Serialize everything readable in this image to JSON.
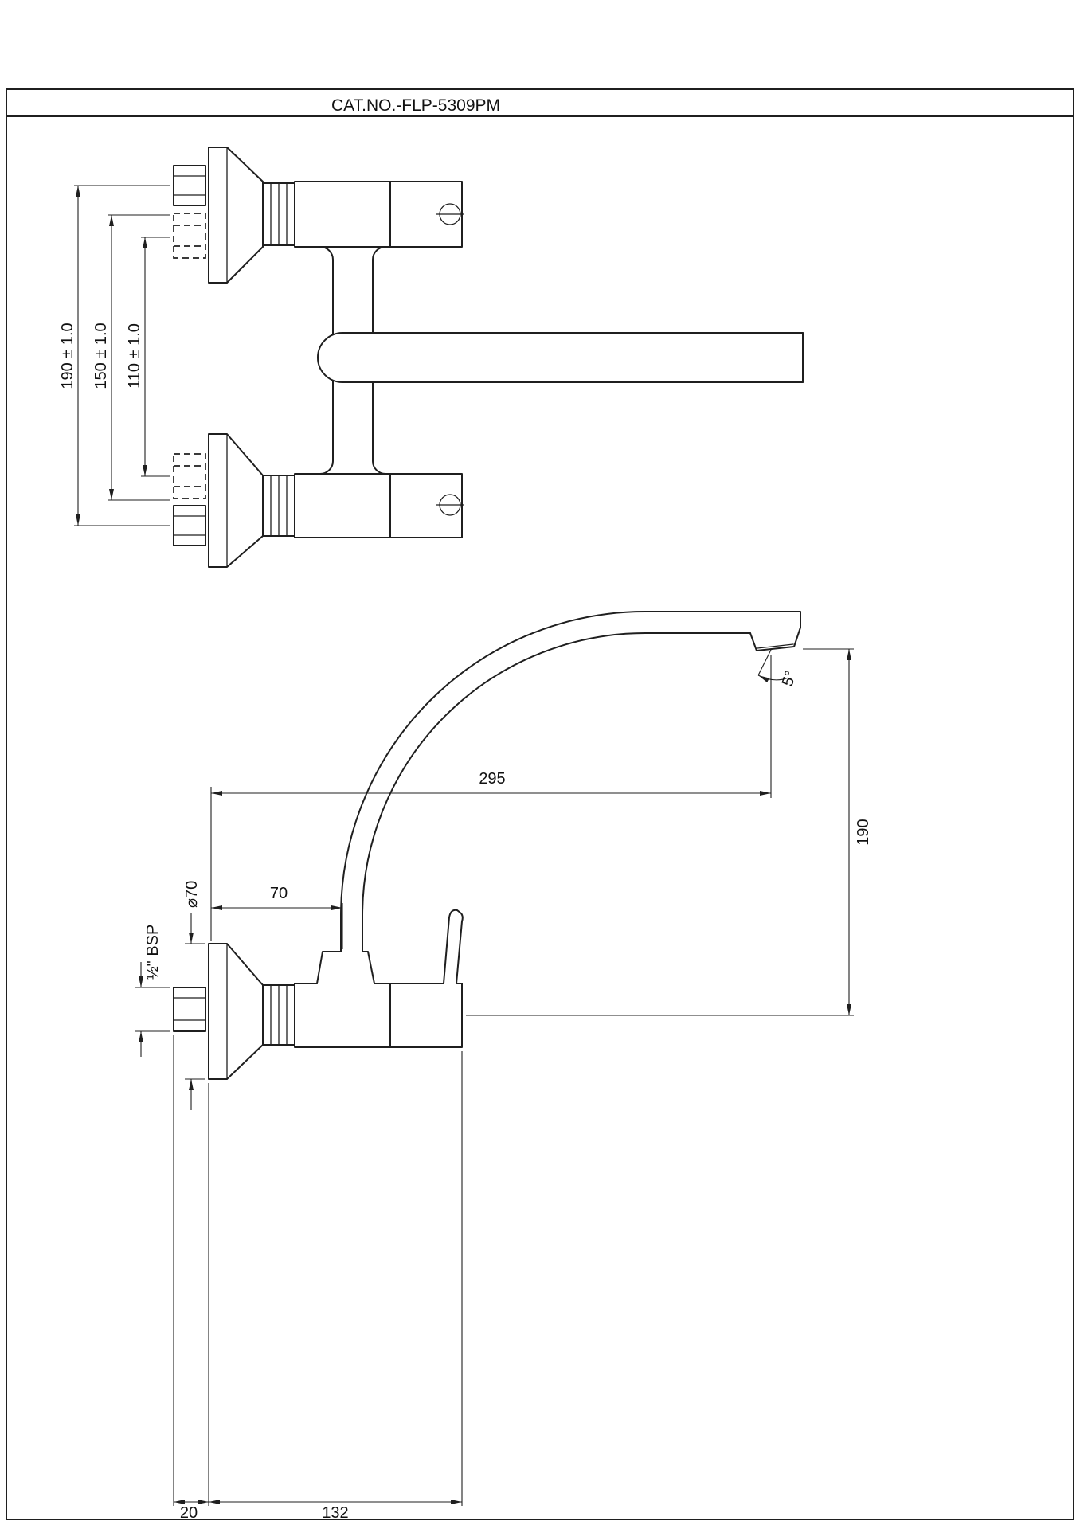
{
  "colors": {
    "line": "#1f1f1f",
    "background": "#ffffff"
  },
  "title_block": {
    "title": "CAT.NO.-FLP-5309PM"
  },
  "front_view": {
    "dims": {
      "inlet_span_max": "190 ± 1.0",
      "inlet_span_nominal": "150 ± 1.0",
      "inlet_span_min": "110 ± 1.0"
    }
  },
  "side_view": {
    "dims": {
      "spout_reach": "295",
      "outlet_height": "190",
      "spout_offset": "70",
      "flange_diameter": "⌀70",
      "inlet_thread": "½\" BSP",
      "nipple_projection": "20",
      "body_projection": "132",
      "outlet_angle": "5°"
    }
  }
}
